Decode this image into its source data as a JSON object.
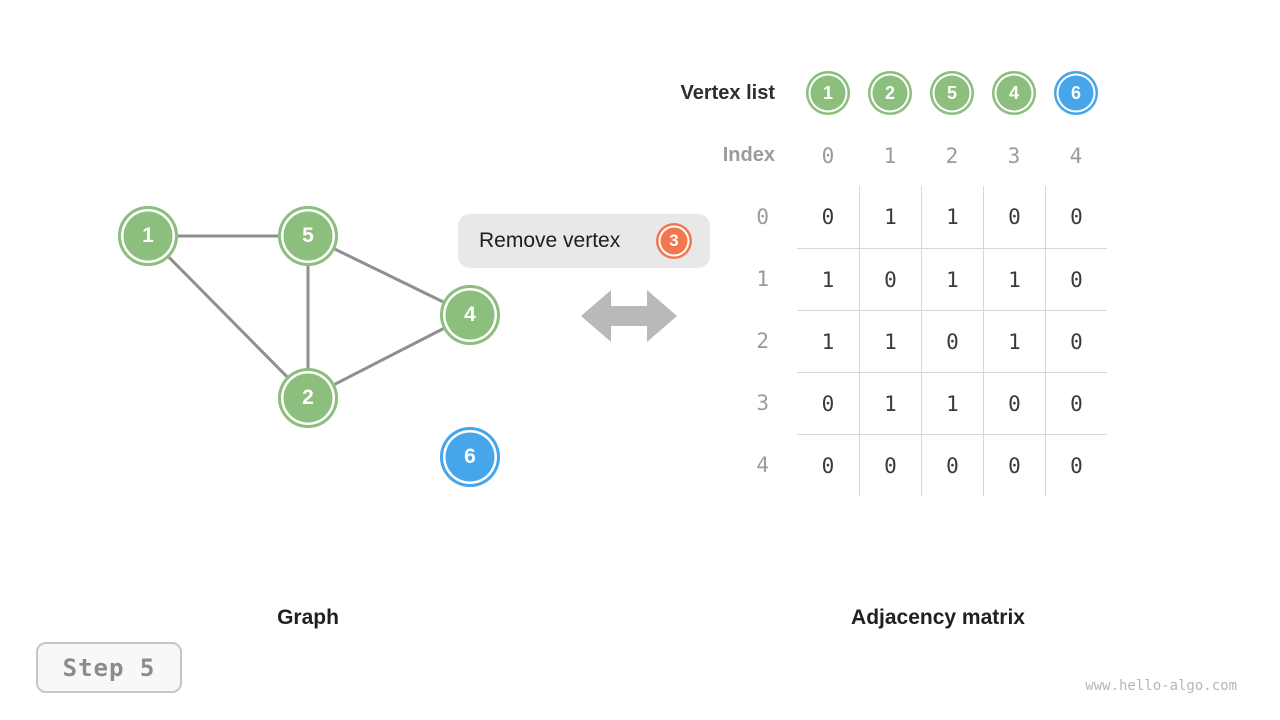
{
  "colors": {
    "vertex_green": "#8cbe7d",
    "vertex_blue": "#47a6ea",
    "badge_orange": "#f2774e",
    "edge_gray": "#8f8f8f",
    "grid_line": "#d8d8d8",
    "label_gray": "#9b9b9b",
    "arrow_gray": "#b9b9b9"
  },
  "graph": {
    "caption": "Graph",
    "nodes": [
      {
        "label": "1",
        "color": "green"
      },
      {
        "label": "5",
        "color": "green"
      },
      {
        "label": "4",
        "color": "green"
      },
      {
        "label": "2",
        "color": "green"
      },
      {
        "label": "6",
        "color": "blue"
      }
    ],
    "edges": [
      [
        "1",
        "5"
      ],
      [
        "1",
        "2"
      ],
      [
        "5",
        "2"
      ],
      [
        "5",
        "4"
      ],
      [
        "2",
        "4"
      ]
    ]
  },
  "operation": {
    "label": "Remove vertex",
    "badge": "3"
  },
  "vertex_list": {
    "label": "Vertex list",
    "items": [
      {
        "label": "1",
        "color": "green"
      },
      {
        "label": "2",
        "color": "green"
      },
      {
        "label": "5",
        "color": "green"
      },
      {
        "label": "4",
        "color": "green"
      },
      {
        "label": "6",
        "color": "blue"
      }
    ]
  },
  "index_row": {
    "label": "Index",
    "values": [
      "0",
      "1",
      "2",
      "3",
      "4"
    ]
  },
  "matrix": {
    "caption": "Adjacency matrix",
    "row_labels": [
      "0",
      "1",
      "2",
      "3",
      "4"
    ],
    "rows": [
      [
        "0",
        "1",
        "1",
        "0",
        "0"
      ],
      [
        "1",
        "0",
        "1",
        "1",
        "0"
      ],
      [
        "1",
        "1",
        "0",
        "1",
        "0"
      ],
      [
        "0",
        "1",
        "1",
        "0",
        "0"
      ],
      [
        "0",
        "0",
        "0",
        "0",
        "0"
      ]
    ]
  },
  "step": {
    "label": "Step 5"
  },
  "watermark": "www.hello-algo.com"
}
